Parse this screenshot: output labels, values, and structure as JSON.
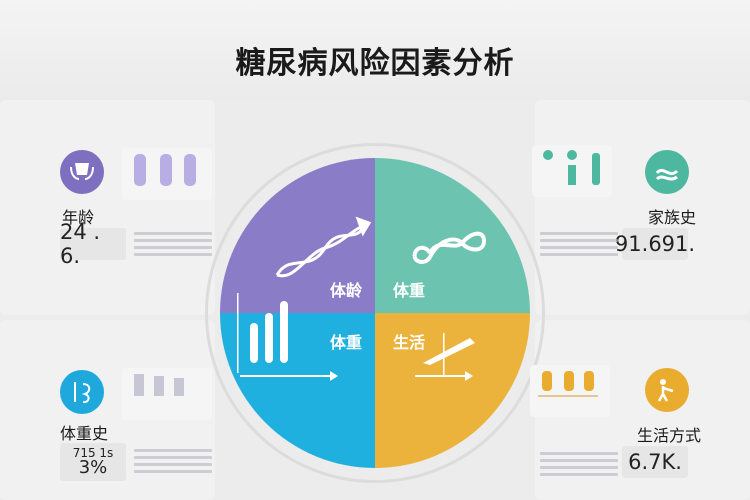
{
  "title": "糖尿病风险因素分析",
  "colors": {
    "purple": "#8b7cc8",
    "teal": "#6cc4b0",
    "blue": "#1fb0e0",
    "orange": "#ecb33c"
  },
  "pie": {
    "segments": [
      {
        "label": "体龄",
        "color": "#8b7cc8",
        "icon": "dna-icon"
      },
      {
        "label": "体重",
        "color": "#6cc4b0",
        "icon": "infinity-icon"
      },
      {
        "label": "体重",
        "color": "#1fb0e0",
        "icon": "bar-chart-icon"
      },
      {
        "label": "生活",
        "color": "#ecb33c",
        "icon": "trend-arrow-icon"
      }
    ]
  },
  "factors": {
    "age": {
      "label": "年龄",
      "value": "24 . 6.",
      "icon": "cup-icon",
      "color": "#7f6fc0"
    },
    "family": {
      "label": "家族史",
      "value": "91.691.",
      "icon": "wave-icon",
      "color": "#4db89f"
    },
    "weight": {
      "label": "体重史",
      "value_top": "715 1s",
      "value": "3%",
      "icon": "fork-icon",
      "color": "#1ea8dc"
    },
    "lifestyle": {
      "label": "生活方式",
      "value": "6.7K.",
      "icon": "person-icon",
      "color": "#e9ac2e"
    }
  }
}
